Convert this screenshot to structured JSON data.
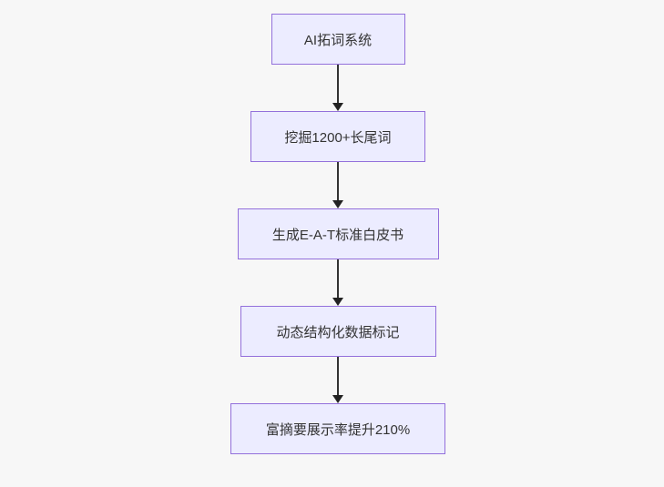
{
  "diagram": {
    "type": "flowchart",
    "direction": "top-down",
    "colors": {
      "background": "#f7f7f7",
      "node_fill": "#ececff",
      "node_border": "#9370db",
      "node_text": "#333333",
      "arrow": "#333333"
    },
    "nodes": [
      {
        "id": "n1",
        "label": "AI拓词系统"
      },
      {
        "id": "n2",
        "label": "挖掘1200+长尾词"
      },
      {
        "id": "n3",
        "label": "生成E-A-T标准白皮书"
      },
      {
        "id": "n4",
        "label": "动态结构化数据标记"
      },
      {
        "id": "n5",
        "label": "富摘要展示率提升210%"
      }
    ],
    "edges": [
      {
        "from": "n1",
        "to": "n2"
      },
      {
        "from": "n2",
        "to": "n3"
      },
      {
        "from": "n3",
        "to": "n4"
      },
      {
        "from": "n4",
        "to": "n5"
      }
    ]
  }
}
